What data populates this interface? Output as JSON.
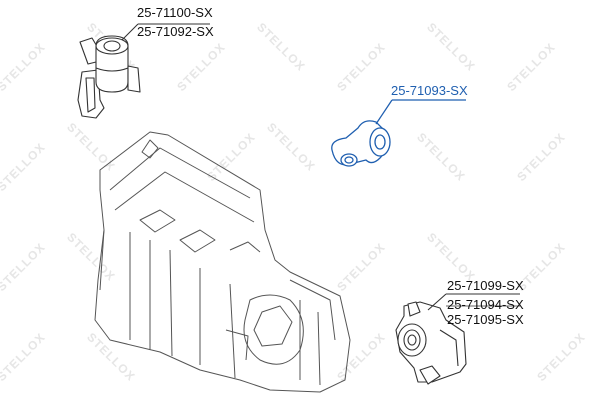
{
  "diagram": {
    "title": "Engine mount parts diagram",
    "watermark_text": "STELLOX",
    "accent_color": "#1f5fb0",
    "line_color": "#333333",
    "parts": [
      {
        "id": "top-left-mount",
        "labels": [
          "25-71100-SX",
          "25-71092-SX"
        ],
        "highlighted": false
      },
      {
        "id": "rear-torque-rod",
        "labels": [
          "25-71093-SX"
        ],
        "highlighted": true
      },
      {
        "id": "bottom-right-mount",
        "labels": [
          "25-71099-SX",
          "25-71094-SX",
          "25-71095-SX"
        ],
        "highlighted": false
      }
    ],
    "engine": {
      "name": "engine-and-transmission-assembly"
    }
  }
}
